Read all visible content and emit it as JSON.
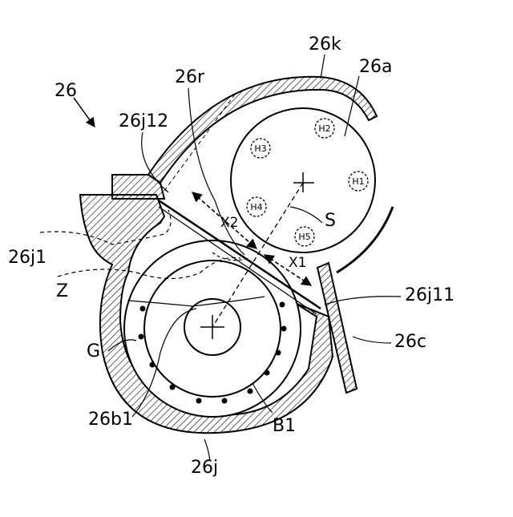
{
  "figure": {
    "labels": {
      "assembly": "26",
      "cover": "26k",
      "roller": "26a",
      "region_r": "26r",
      "edge_j12": "26j12",
      "dim_x2": "X2",
      "dim_x1": "X1",
      "point_s": "S",
      "housing_j1": "26j1",
      "region_z": "Z",
      "edge_j11": "26j11",
      "blade": "26c",
      "g": "G",
      "inner_b1": "26b1",
      "b1": "B1",
      "housing_j": "26j"
    },
    "heaters": [
      "H1",
      "H2",
      "H3",
      "H4",
      "H5"
    ]
  }
}
